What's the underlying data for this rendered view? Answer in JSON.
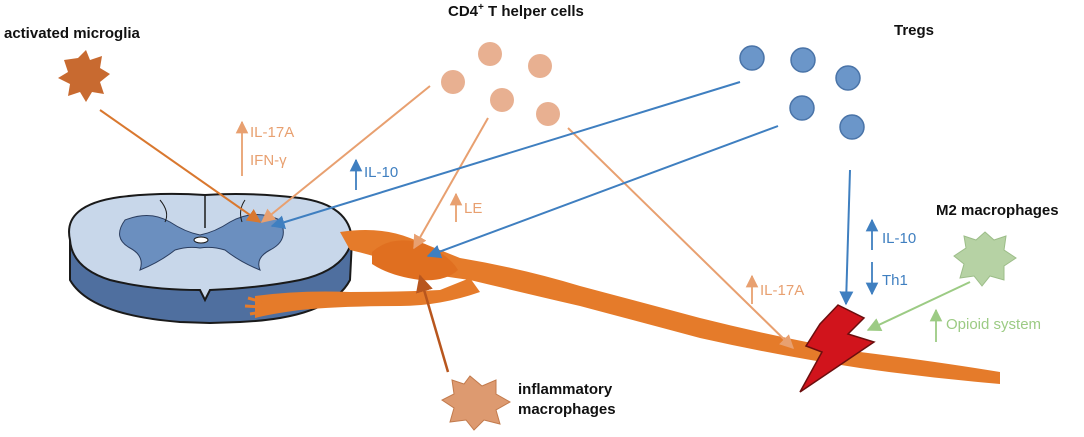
{
  "labels": {
    "activated_microglia": "activated microglia",
    "cd4_title": "CD4",
    "cd4_sup": "+",
    "cd4_rest": " T helper cells",
    "tregs": "Tregs",
    "m2_macrophages": "M2 macrophages",
    "inflammatory_line1": "inflammatory",
    "inflammatory_line2": "macrophages"
  },
  "annotations": {
    "il17a_top": "IL-17A",
    "ifn_gamma": "IFN-γ",
    "il10_left": "IL-10",
    "le": "LE",
    "il17a_bottom": "IL-17A",
    "il10_right": "IL-10",
    "th1": "Th1",
    "opioid_system": "Opioid system"
  },
  "colors": {
    "orange_dark": "#d9782f",
    "orange_light": "#e8a070",
    "nerve": "#e57b2a",
    "blue": "#3f7fc0",
    "treg_cell": "#6b96c9",
    "green": "#9ccb84",
    "spinal_light": "#c8d7ea",
    "spinal_dark": "#6b8fbf",
    "lesion_red": "#d1141c"
  }
}
